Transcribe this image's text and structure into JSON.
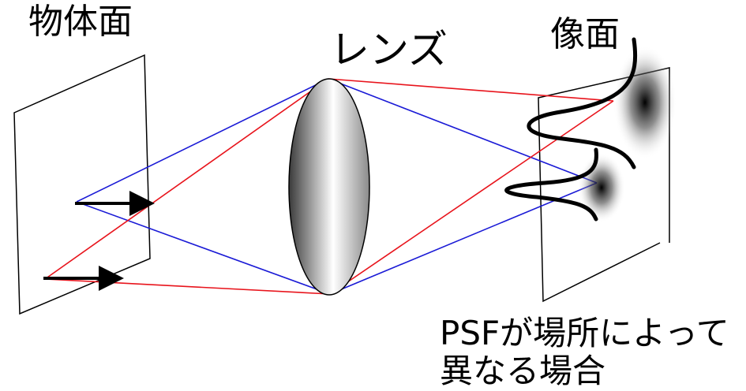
{
  "labels": {
    "object_plane": "物体面",
    "lens": "レンズ",
    "image_plane": "像面",
    "caption_line1": "PSFが場所によって",
    "caption_line2": "異なる場合"
  },
  "colors": {
    "ray_red": "#e8141c",
    "ray_blue": "#1a1ad6",
    "outline": "#000000"
  }
}
